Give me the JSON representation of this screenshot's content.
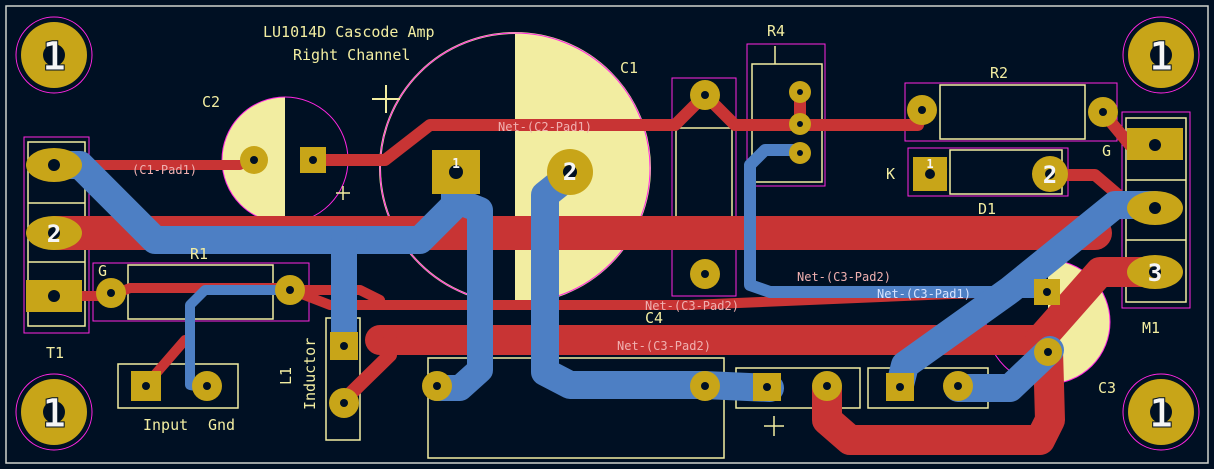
{
  "board": {
    "title_line1": "LU1014D Cascode Amp",
    "title_line2": "Right Channel",
    "colors": {
      "background": "#001023",
      "front_copper": "#c83434",
      "back_copper": "#4d7fc4",
      "pad": "#c8a518",
      "silkscreen": "#f2eda1",
      "courtyard": "#ff26e2",
      "edge": "#d0d2cd"
    }
  },
  "refs": {
    "c1": "C1",
    "c2": "C2",
    "c3": "C3",
    "c4": "C4",
    "r1": "R1",
    "r2": "R2",
    "r4": "R4",
    "d1": "D1",
    "t1": "T1",
    "m1": "M1",
    "l1": "L1",
    "l1_value": "Inductor",
    "j1_input": "Input",
    "j1_gnd": "Gnd",
    "g_r1": "G",
    "g_m1": "G",
    "k_d1": "K"
  },
  "nets": {
    "c1_pad1": "(C1-Pad1)",
    "c2_pad1": "Net-(C2-Pad1)",
    "c3_pad2_a": "Net-(C3-Pad2)",
    "c3_pad2_b": "Net-(C3-Pad2)",
    "c3_pad1": "Net-(C3-Pad1)",
    "c3_pad2_big": "Net-(C3-Pad2)"
  },
  "pads": {
    "mount": "1",
    "c1_1": "1",
    "c1_2": "2",
    "d1_1": "1",
    "d1_2": "2",
    "t1_2": "2",
    "m1_3": "3"
  }
}
